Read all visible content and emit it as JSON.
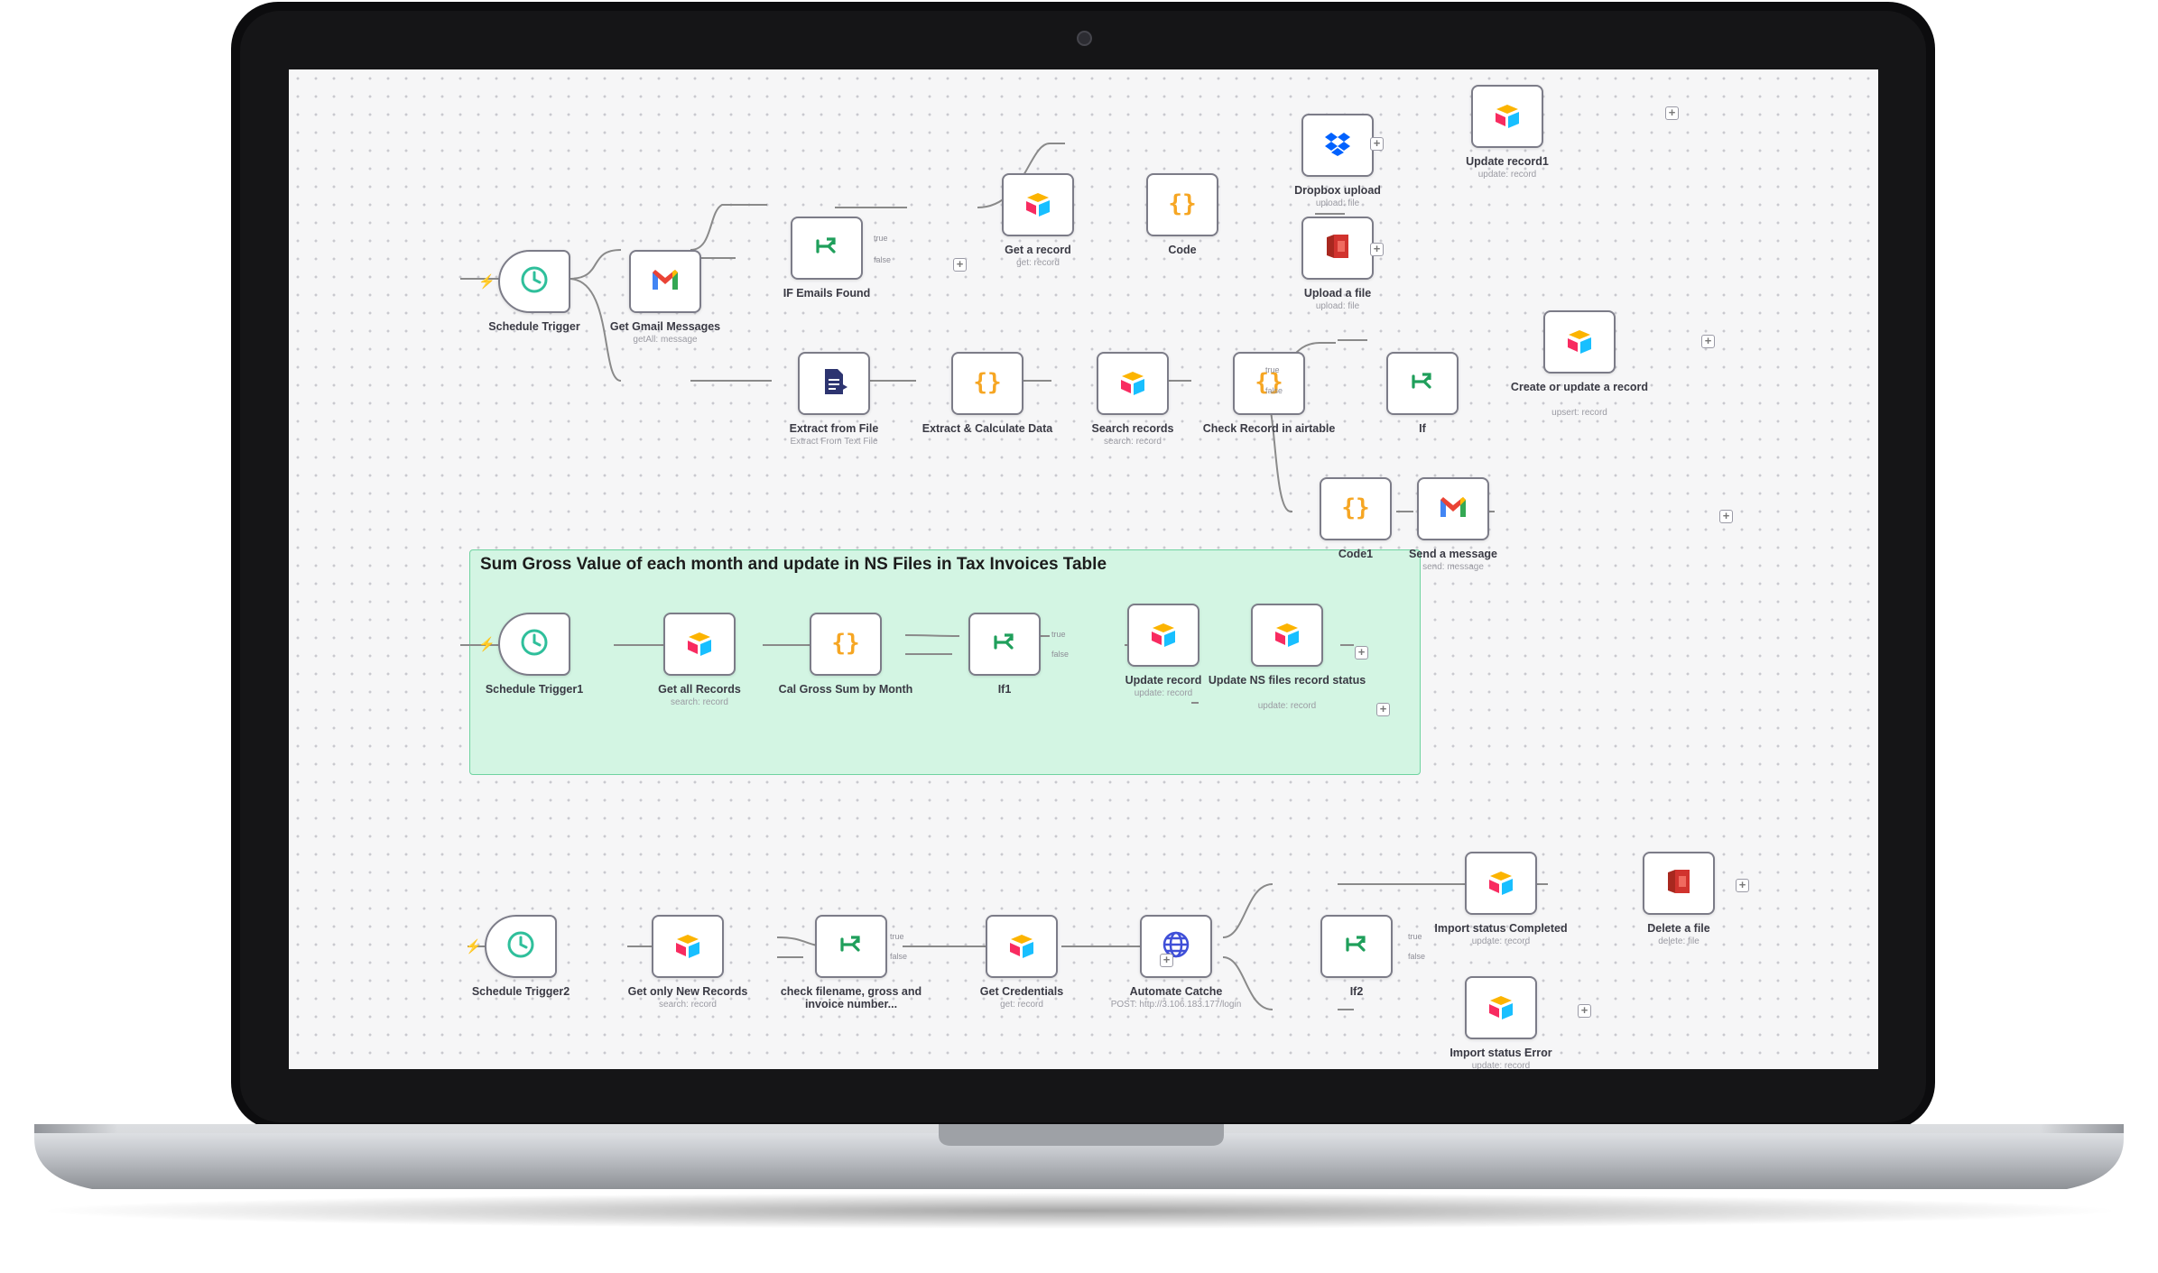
{
  "canvas": {
    "trigger_icon": "lightning-bolt-icon",
    "add_icon": "plus-icon",
    "add_label": "+",
    "bolt_label": "⚡",
    "nodes": [
      {
        "label": "Schedule Trigger",
        "subtitle": "",
        "icon": "clock-icon"
      },
      {
        "label": "Get Gmail Messages",
        "subtitle": "getAll: message",
        "icon": "gmail-icon"
      },
      {
        "label": "IF Emails Found",
        "subtitle": "",
        "icon": "if-branch-icon"
      },
      {
        "label": "Get a record",
        "subtitle": "get: record",
        "icon": "airtable-icon"
      },
      {
        "label": "Code",
        "subtitle": "",
        "icon": "code-braces-icon"
      },
      {
        "label": "Dropbox upload",
        "subtitle": "upload: file",
        "icon": "dropbox-icon"
      },
      {
        "label": "Upload a file",
        "subtitle": "upload: file",
        "icon": "file-storage-icon"
      },
      {
        "label": "Update record1",
        "subtitle": "update: record",
        "icon": "airtable-icon"
      },
      {
        "label": "Extract from File",
        "subtitle": "Extract From Text File",
        "icon": "file-extract-icon"
      },
      {
        "label": "Extract & Calculate Data",
        "subtitle": "",
        "icon": "code-braces-icon"
      },
      {
        "label": "Search records",
        "subtitle": "search: record",
        "icon": "airtable-icon"
      },
      {
        "label": "Check Record in airtable",
        "subtitle": "",
        "icon": "code-braces-icon"
      },
      {
        "label": "If",
        "subtitle": "",
        "icon": "if-branch-icon"
      },
      {
        "label": "Create or update a record",
        "subtitle": "upsert: record",
        "icon": "airtable-icon"
      },
      {
        "label": "Code1",
        "subtitle": "",
        "icon": "code-braces-icon"
      },
      {
        "label": "Send a message",
        "subtitle": "send: message",
        "icon": "gmail-icon"
      },
      {
        "label": "Schedule Trigger1",
        "subtitle": "",
        "icon": "clock-icon"
      },
      {
        "label": "Get all Records",
        "subtitle": "search: record",
        "icon": "airtable-icon"
      },
      {
        "label": "Cal Gross Sum by Month",
        "subtitle": "",
        "icon": "code-braces-icon"
      },
      {
        "label": "If1",
        "subtitle": "",
        "icon": "if-branch-icon"
      },
      {
        "label": "Update record",
        "subtitle": "update: record",
        "icon": "airtable-icon"
      },
      {
        "label": "Update NS files record status",
        "subtitle": "update: record",
        "icon": "airtable-icon"
      },
      {
        "label": "Schedule Trigger2",
        "subtitle": "",
        "icon": "clock-icon"
      },
      {
        "label": "Get only New Records",
        "subtitle": "search: record",
        "icon": "airtable-icon"
      },
      {
        "label": "check filename, gross and invoice number...",
        "subtitle": "",
        "icon": "if-branch-icon"
      },
      {
        "label": "Get Credentials",
        "subtitle": "get: record",
        "icon": "airtable-icon"
      },
      {
        "label": "Automate Catche",
        "subtitle": "POST: http://3.106.183.177/login",
        "icon": "globe-icon"
      },
      {
        "label": "If2",
        "subtitle": "",
        "icon": "if-branch-icon"
      },
      {
        "label": "Import status Completed",
        "subtitle": "update: record",
        "icon": "airtable-icon"
      },
      {
        "label": "Delete a file",
        "subtitle": "delete: file",
        "icon": "file-storage-icon"
      },
      {
        "label": "Import status Error",
        "subtitle": "update: record",
        "icon": "airtable-icon"
      }
    ],
    "branch_labels": {
      "true": "true",
      "false": "false"
    },
    "sticky_note": {
      "title": "Sum Gross Value of each month and update in NS Files in Tax Invoices Table",
      "color": "#d3f5e3"
    }
  },
  "colors": {
    "node_border": "#7c7c88",
    "connection": "#8a8a8a",
    "trigger_bolt": "#ff5a4e",
    "code_orange": "#f6a623",
    "if_green": "#1f9f5b",
    "clock_teal": "#2fbf9b",
    "globe_blue": "#3f4fd8",
    "dropbox_blue": "#0061fe",
    "storage_red": "#d1332e",
    "extract_navy": "#2d3470"
  }
}
